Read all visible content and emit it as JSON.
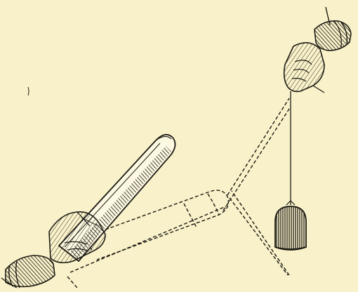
{
  "illustration": {
    "elements": [
      "gloved-right-hand-holding-rod",
      "glass-rod",
      "dashed-rod-outline",
      "dashed-sight-lines",
      "gloved-left-hand-holding-thread",
      "thread",
      "suspended-weight"
    ]
  },
  "colors": {
    "background": "#f8f1c9",
    "ink": "#1c1a14",
    "paper_highlight": "#fdf8e1"
  }
}
